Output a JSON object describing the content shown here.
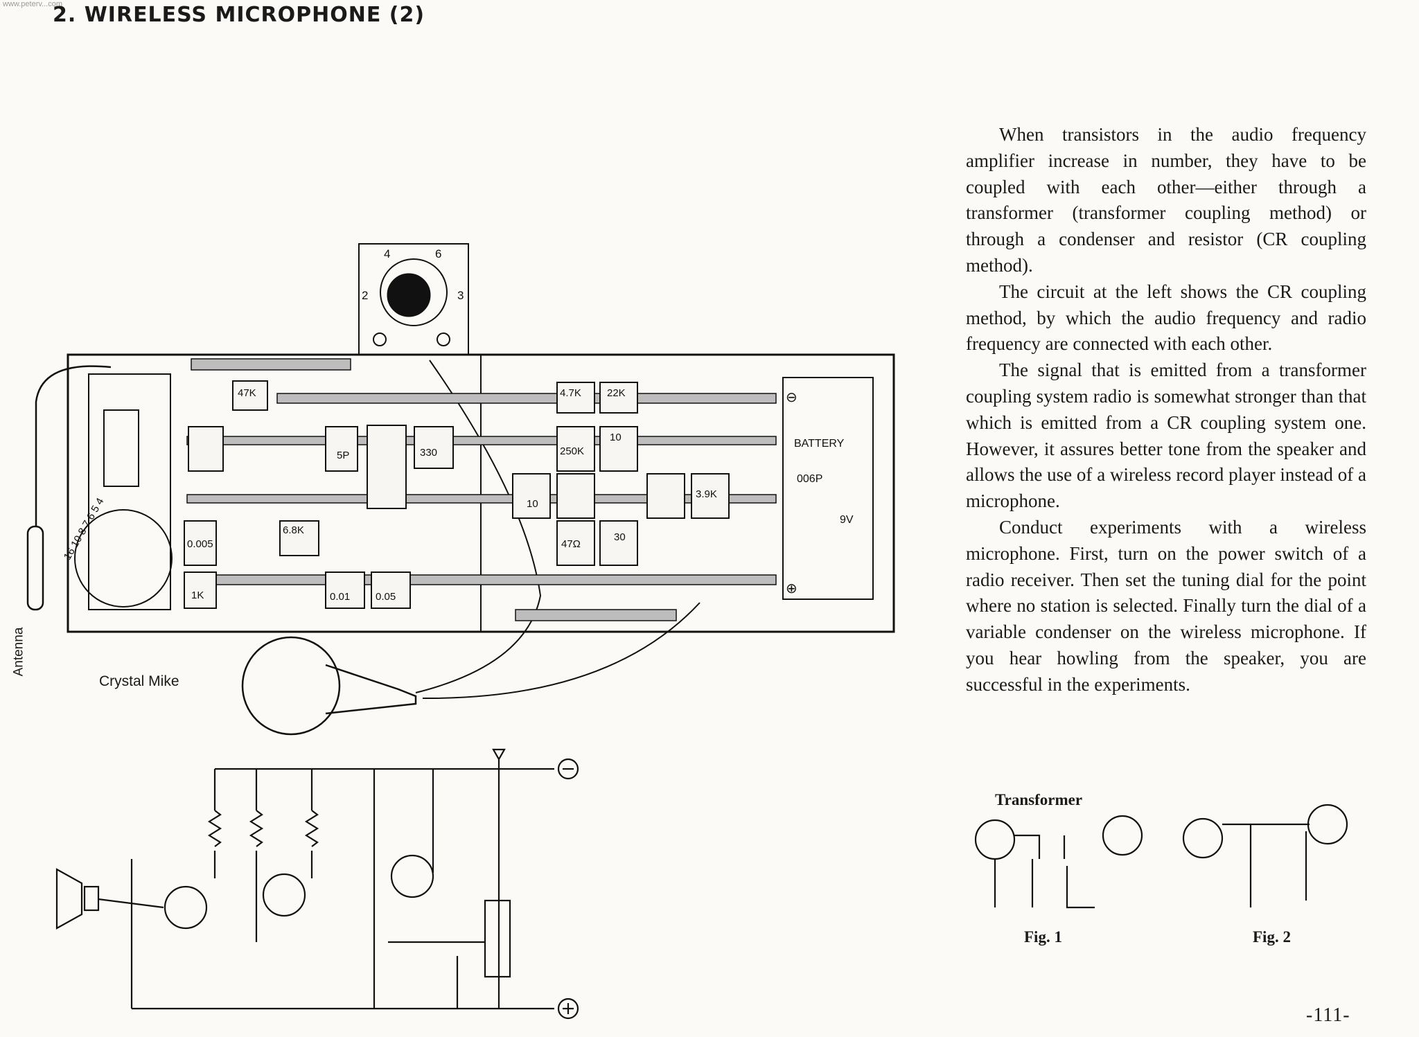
{
  "watermark": "www.peterv...com",
  "heading": "2.  WIRELESS MICROPHONE (2)",
  "paragraphs": [
    "When transistors in the audio frequency amplifier increase in number, they have to be coupled with each other—either through a transformer (transformer coupling method) or through a condenser and resistor (CR coupling method).",
    "The circuit at the left shows the CR coupling method, by which the audio frequency and radio frequency are connected with each other.",
    "The signal that is emitted from a transformer coupling system radio is somewhat stronger than that which is emitted from a CR coupling system one. However, it assures better tone from the speaker and allows the use of a wireless record player instead of a microphone.",
    "Conduct experiments with a wireless microphone. First, turn on the power switch of a radio receiver. Then set the tuning dial for the point where no station is selected. Finally turn the dial of a variable condenser on the wireless microphone. If you hear howling from the speaker, you are successful in the experiments."
  ],
  "board": {
    "antenna_label": "Antenna",
    "mike_label": "Crystal Mike",
    "battery_label": "BATTERY",
    "battery_model": "006P",
    "battery_voltage": "9V",
    "minus": "⊖",
    "plus": "⊕",
    "dial_numbers": [
      "4",
      "6",
      "2",
      "3"
    ],
    "coil_numbers": "16  10 8  7  6  5 4",
    "components": [
      "47K",
      "5P",
      "330",
      "4.7K",
      "22K",
      "250K",
      "10",
      "10",
      "3.9K",
      "6.8K",
      "0.005",
      "1K",
      "0.01",
      "0.05",
      "47Ω",
      "30"
    ]
  },
  "figures": {
    "transformer_label": "Transformer",
    "fig1": "Fig. 1",
    "fig2": "Fig. 2"
  },
  "page_number": "-111-"
}
